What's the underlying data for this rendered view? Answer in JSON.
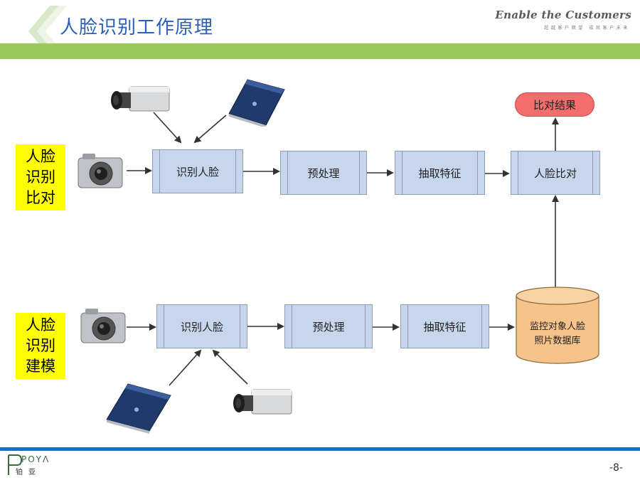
{
  "header": {
    "title": "人脸识别工作原理",
    "tagline": "Enable the Customers",
    "tagline_sub": "超越客户期望 成就客户未来"
  },
  "recognition": {
    "label_lines": [
      "人脸",
      "识别",
      "比对"
    ],
    "steps": [
      "识别人脸",
      "预处理",
      "抽取特征",
      "人脸比对"
    ],
    "result": "比对结果"
  },
  "modeling": {
    "label_lines": [
      "人脸",
      "识别",
      "建模"
    ],
    "steps": [
      "识别人脸",
      "预处理",
      "抽取特征"
    ],
    "database_lines": [
      "监控对象人脸",
      "照片数据库"
    ]
  },
  "footer": {
    "logo_text": "ΡΟΥΛ",
    "logo_cn": "铂亚",
    "page_number": "-8-"
  },
  "colors": {
    "title_blue": "#2c5fb8",
    "header_green": "#9ac85a",
    "box_fill": "#c7d6ec",
    "result_red": "#f26d6d",
    "db_fill": "#f6c38a",
    "highlight_yellow": "#ffff00",
    "footer_blue": "#1a6fc4"
  },
  "icons": [
    "security-camera-icon",
    "flatbed-scanner-icon",
    "digital-camera-icon",
    "database-cylinder-icon"
  ]
}
